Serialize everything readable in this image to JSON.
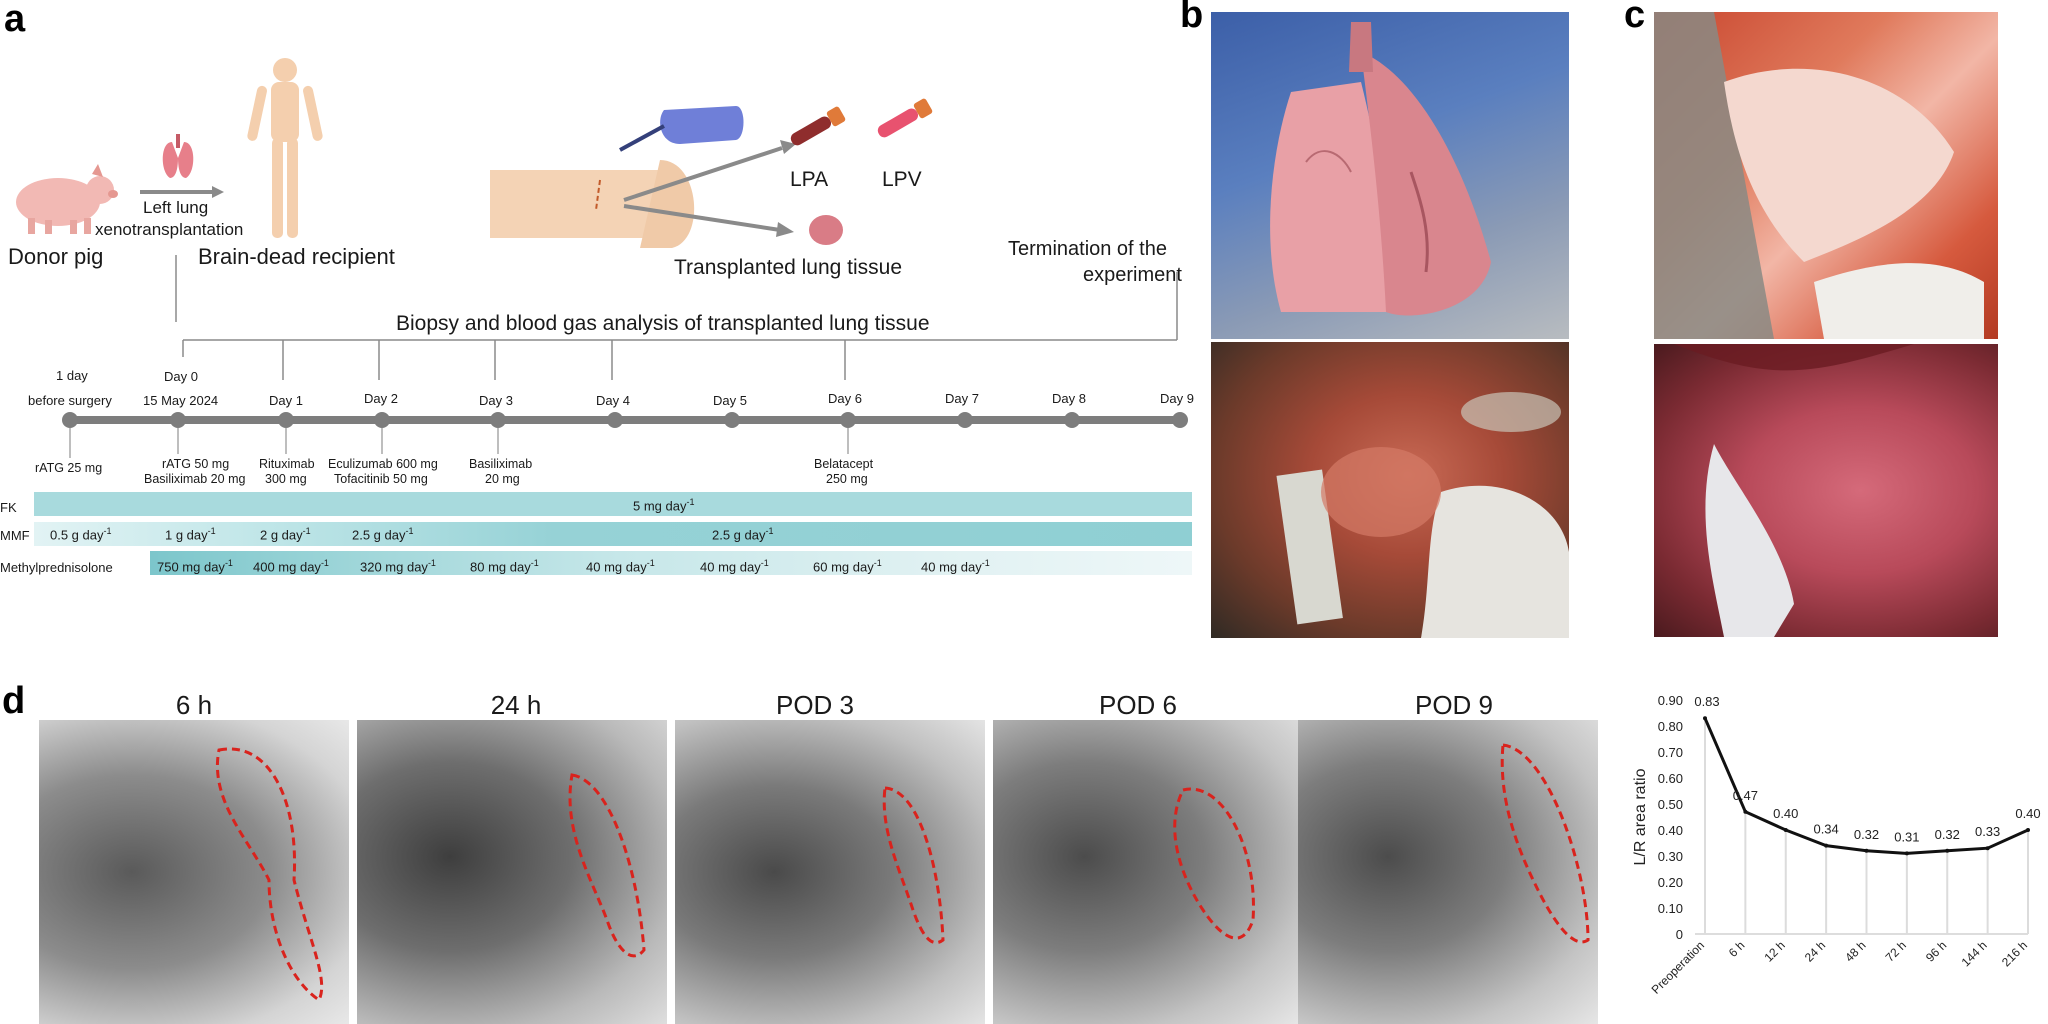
{
  "panels": {
    "a": "a",
    "b": "b",
    "c": "c",
    "d": "d"
  },
  "schematic": {
    "donor": "Donor pig",
    "left_lung_1": "Left lung",
    "left_lung_2": "xenotransplantation",
    "recipient": "Brain-dead recipient",
    "lpa": "LPA",
    "lpv": "LPV",
    "tissue": "Transplanted lung tissue",
    "termination_1": "Termination of the",
    "termination_2": "experiment",
    "biopsy": "Biopsy and blood gas analysis of transplanted lung tissue"
  },
  "timeline": {
    "days": [
      {
        "top": "1 day",
        "bottom": "before surgery"
      },
      {
        "top": "Day 0",
        "bottom": "15 May 2024"
      },
      {
        "top": "",
        "bottom": "Day 1"
      },
      {
        "top": "",
        "bottom": "Day 2"
      },
      {
        "top": "",
        "bottom": "Day 3"
      },
      {
        "top": "",
        "bottom": "Day 4"
      },
      {
        "top": "",
        "bottom": "Day 5"
      },
      {
        "top": "",
        "bottom": "Day 6"
      },
      {
        "top": "",
        "bottom": "Day 7"
      },
      {
        "top": "",
        "bottom": "Day 8"
      },
      {
        "top": "",
        "bottom": "Day 9"
      }
    ],
    "drugs": [
      {
        "l1": "rATG 25 mg",
        "l2": ""
      },
      {
        "l1": "rATG 50 mg",
        "l2": "Basiliximab 20 mg"
      },
      {
        "l1": "Rituximab",
        "l2": "300 mg"
      },
      {
        "l1": "Eculizumab 600 mg",
        "l2": "Tofacitinib 50 mg"
      },
      {
        "l1": "Basiliximab",
        "l2": "20 mg"
      },
      {
        "l1": "Belatacept",
        "l2": "250 mg"
      }
    ]
  },
  "regimen": {
    "fk": {
      "name": "FK",
      "dose": "5 mg day",
      "sup": "-1"
    },
    "mmf": {
      "name": "MMF",
      "doses": [
        {
          "v": "0.5 g day",
          "sup": "-1"
        },
        {
          "v": "1 g day",
          "sup": "-1"
        },
        {
          "v": "2 g day",
          "sup": "-1"
        },
        {
          "v": "2.5 g day",
          "sup": "-1"
        },
        {
          "v": "2.5 g day",
          "sup": "-1"
        }
      ]
    },
    "mp": {
      "name": "Methylprednisolone",
      "doses": [
        {
          "v": "750 mg day",
          "sup": "-1"
        },
        {
          "v": "400 mg day",
          "sup": "-1"
        },
        {
          "v": "320 mg day",
          "sup": "-1"
        },
        {
          "v": "80 mg day",
          "sup": "-1"
        },
        {
          "v": "40 mg day",
          "sup": "-1"
        },
        {
          "v": "40 mg day",
          "sup": "-1"
        },
        {
          "v": "60 mg day",
          "sup": "-1"
        },
        {
          "v": "40 mg day",
          "sup": "-1"
        }
      ]
    }
  },
  "xrays": [
    "6 h",
    "24 h",
    "POD 3",
    "POD 6",
    "POD 9"
  ],
  "colors": {
    "teal_dark": "#8fcfd3",
    "teal_light": "#cfeaec",
    "timeline": "#7d7d7d",
    "outline": "#d9231d"
  },
  "chart_data": {
    "type": "line",
    "categories": [
      "Preoperation",
      "6 h",
      "12 h",
      "24 h",
      "48 h",
      "72 h",
      "96 h",
      "144 h",
      "216 h"
    ],
    "values": [
      0.83,
      0.47,
      0.4,
      0.34,
      0.32,
      0.31,
      0.32,
      0.33,
      0.4
    ],
    "value_labels": [
      "0.83",
      "0.47",
      "0.40",
      "0.34",
      "0.32",
      "0.31",
      "0.32",
      "0.33",
      "0.40"
    ],
    "ylabel": "L/R area ratio",
    "ylim": [
      0,
      0.9
    ],
    "yticks": [
      "0",
      "0.10",
      "0.20",
      "0.30",
      "0.40",
      "0.50",
      "0.60",
      "0.70",
      "0.80",
      "0.90"
    ],
    "grid": false
  }
}
